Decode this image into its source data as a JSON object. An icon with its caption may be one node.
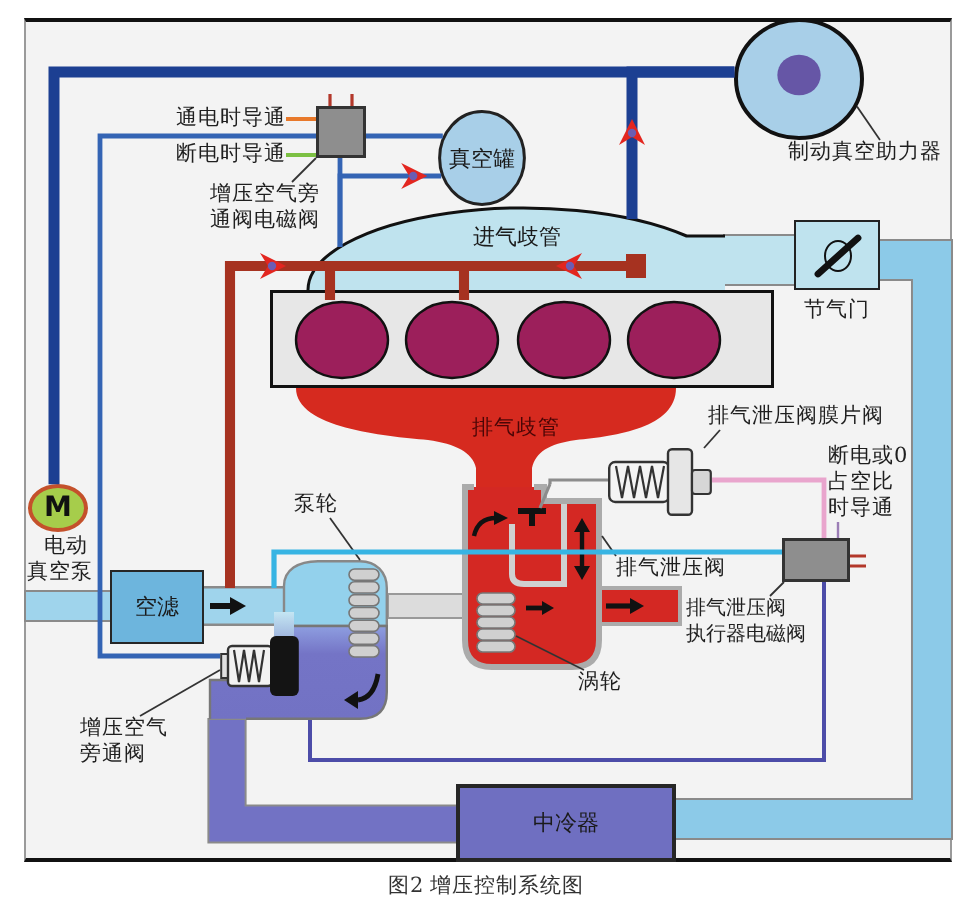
{
  "diagram": {
    "caption": "图2 增压控制系统图",
    "nodes": [
      {
        "text": [
          "通电时导通"
        ]
      },
      {
        "text": [
          "断电时导通"
        ]
      },
      {
        "text": [],
        "shape": "box"
      },
      {
        "text": [
          "增压空气旁通阀电磁阀"
        ]
      },
      {
        "text": [
          "真空罐"
        ]
      },
      {
        "text": [],
        "shape": "circle"
      },
      {
        "text": [
          "制动真空助力器"
        ]
      },
      {
        "text": [
          "进气歧管"
        ]
      },
      {
        "text": [],
        "shape": "box",
        "in": 7
      },
      {
        "text": [
          "节气门"
        ]
      },
      {
        "text": [],
        "shape": "picture"
      },
      {
        "text": [
          "排气歧管"
        ]
      },
      {
        "text": [
          "排气泄压阀膜片阀"
        ]
      },
      {
        "text": [],
        "shape": "picture"
      },
      {
        "text": [
          "断电或0占空比时导通"
        ]
      },
      {
        "text": [
          "M"
        ],
        "beside": [
          "电动真空泵"
        ]
      },
      {
        "text": [
          "泵轮"
        ]
      },
      {
        "text": [
          "空滤"
        ]
      },
      {
        "text": [],
        "shape": "picture"
      },
      {
        "text": [],
        "shape": "picture",
        "in": 18
      },
      {
        "text": [],
        "shape": "box"
      },
      {
        "text": [
          "排气泄压阀"
        ]
      },
      {
        "text": [],
        "shape": "picture"
      },
      {
        "text": [],
        "shape": "picture",
        "in": 22
      },
      {
        "text": [
          "排气泄压阀执行器电磁阀"
        ]
      },
      {
        "text": [
          "涡轮"
        ]
      },
      {
        "text": [
          "增压空气旁通阀"
        ]
      },
      {
        "text": [
          "中冷器"
        ]
      }
    ],
    "edges": [
      {
        "from": 0,
        "to": 2,
        "arrow": "none",
        "color": "#e8792b"
      },
      {
        "from": 1,
        "to": 2,
        "arrow": "none",
        "color": "#7cc043"
      },
      {
        "from": 3,
        "to": 2,
        "arrow": "none"
      },
      {
        "from": 6,
        "to": 5,
        "arrow": "none"
      },
      {
        "from": 2,
        "to": 4,
        "arrow": "none",
        "color": "#3464b4"
      },
      {
        "from": 2,
        "to": 7,
        "arrow": "none",
        "color": "#3464b4"
      },
      {
        "from": 7,
        "to": 4,
        "arrow": "to",
        "color": "#3464b4"
      },
      {
        "from": 2,
        "to": 19,
        "arrow": "none",
        "color": "#3464b4"
      },
      {
        "from": 15,
        "to": 5,
        "arrow": "none",
        "style": "thick",
        "color": "#1c3f92"
      },
      {
        "from": 7,
        "to": 5,
        "arrow": "to",
        "style": "thick",
        "color": "#1c3f92"
      },
      {
        "from": 12,
        "to": 13,
        "arrow": "none"
      },
      {
        "from": 14,
        "to": 20,
        "arrow": "none",
        "color": "#9b7db5"
      },
      {
        "from": 20,
        "to": 13,
        "arrow": "none",
        "color": "#e9a5cd"
      },
      {
        "from": 16,
        "to": 18,
        "arrow": "none"
      },
      {
        "from": 21,
        "to": 22,
        "arrow": "none"
      },
      {
        "from": 24,
        "to": 20,
        "arrow": "none"
      },
      {
        "from": 26,
        "to": 19,
        "arrow": "none"
      },
      {
        "from": 25,
        "to": 23,
        "arrow": "none"
      },
      {
        "from": 18,
        "to": 20,
        "arrow": "none",
        "color": "#37b4e3"
      },
      {
        "from": 18,
        "to": 20,
        "arrow": "none",
        "color": "#4c4ca8"
      },
      {
        "from": null,
        "to": 17,
        "arrow": "none",
        "style": "thick",
        "color": "#9fd4ec"
      },
      {
        "from": 18,
        "to": 27,
        "arrow": "none",
        "style": "thick",
        "color": "#7272c4"
      },
      {
        "from": 27,
        "to": 9,
        "arrow": "none",
        "style": "thick",
        "color": "#8ccae8"
      },
      {
        "from": 9,
        "to": 7,
        "arrow": "none",
        "style": "thick",
        "color": "#bfe3ee"
      },
      {
        "from": 18,
        "to": 10,
        "arrow": "to",
        "style": "thick",
        "color": "#a63220"
      },
      {
        "from": 8,
        "to": 10,
        "arrow": "to",
        "style": "thick",
        "color": "#a63220"
      },
      {
        "from": 13,
        "to": 22,
        "arrow": "none",
        "color": "#8c8c8c"
      }
    ]
  }
}
